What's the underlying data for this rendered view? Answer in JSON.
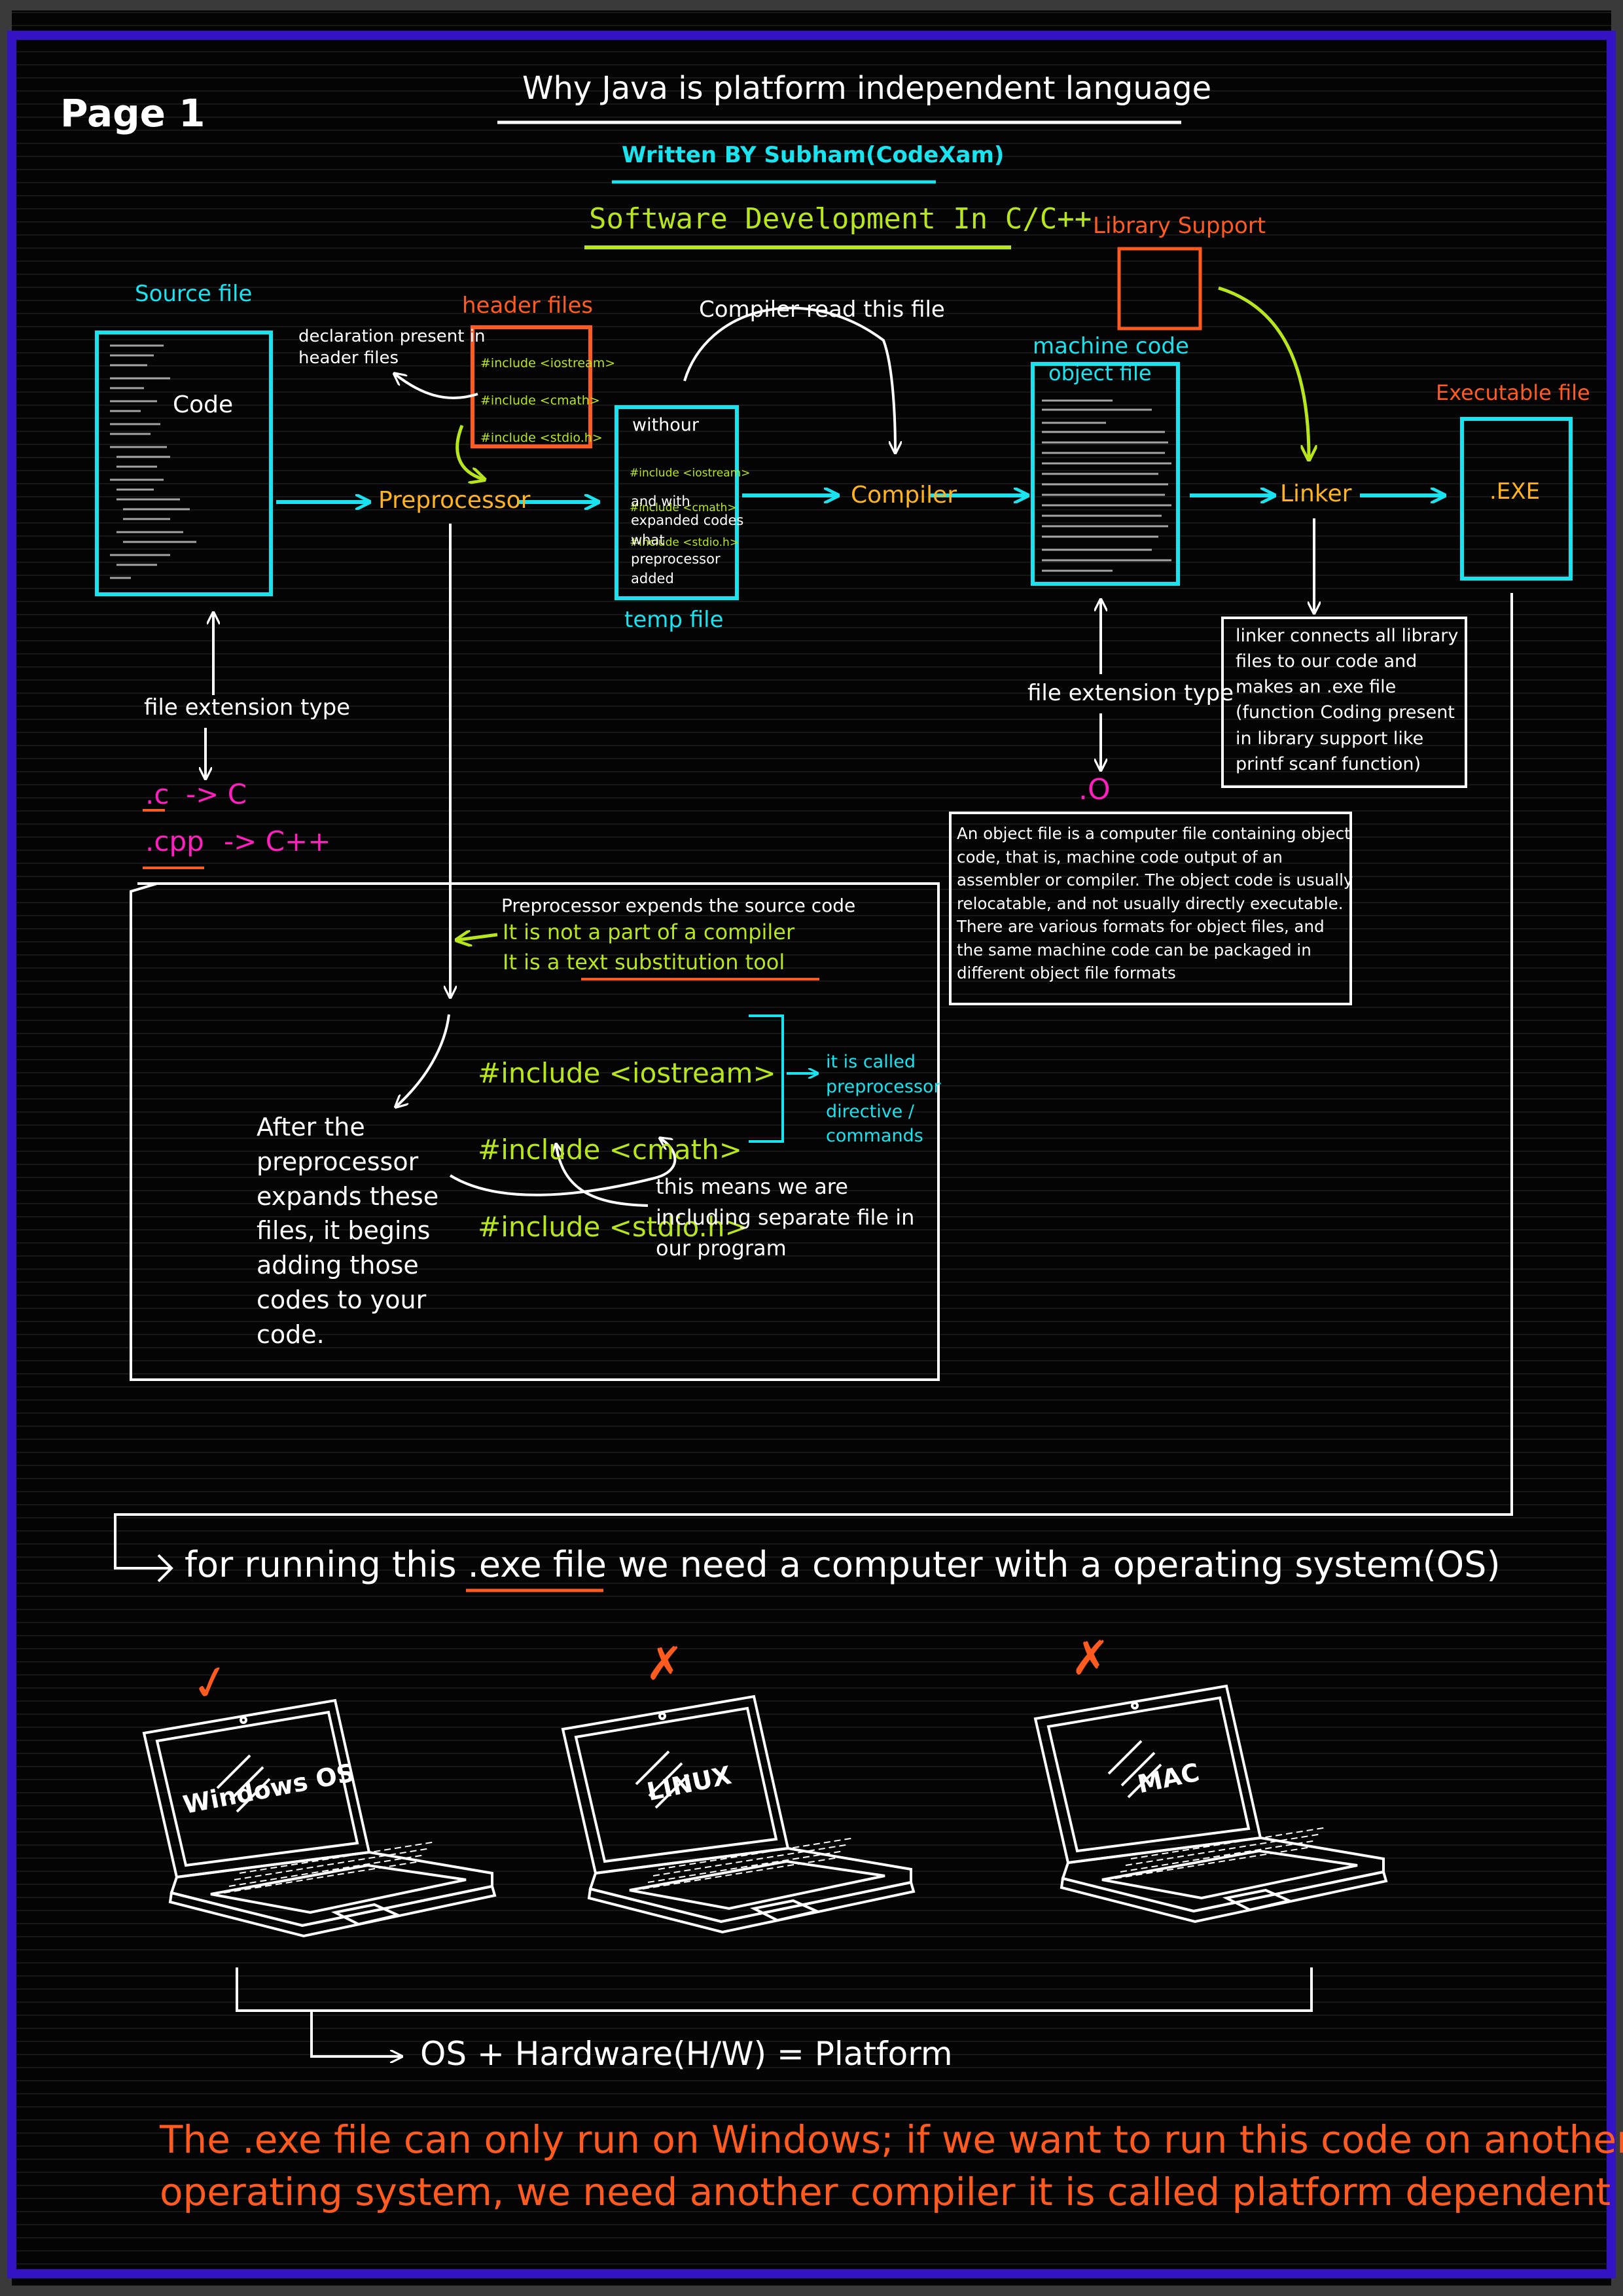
{
  "page_label": "Page 1",
  "title": "Why Java is platform independent language",
  "author": "Written BY Subham(CodeXam)",
  "subtitle": "Software Development In C/C++",
  "diagram": {
    "source_file_label": "Source file",
    "code_label": "Code",
    "header_files_label": "header files",
    "header_files_lines": [
      "#include <iostream>",
      "#include <cmath>",
      "#include <stdio.h>"
    ],
    "declaration_note": "declaration present in\nheader files",
    "preprocessor_label": "Preprocessor",
    "compiler_read_note": "Compiler read this file",
    "temp_file_heading": "withour",
    "temp_file_includes": [
      "#include <iostream>",
      "#include <cmath>",
      "#include <stdio.h>"
    ],
    "temp_file_body": "and with\nexpanded codes\nwhat\npreprocessor\nadded",
    "temp_file_label": "temp file",
    "compiler_label": "Compiler",
    "machine_code_label": "machine code",
    "object_file_label": "object file",
    "library_support_label": "Library Support",
    "linker_label": "Linker",
    "executable_label": "Executable file",
    "exe_label": ".EXE",
    "file_ext_type_left": "file extension type",
    "ext_c": ".c",
    "ext_c_lang": "-> C",
    "ext_cpp": ".cpp",
    "ext_cpp_lang": "-> C++",
    "file_ext_type_right": "file extension type",
    "ext_o": ".O",
    "linker_note": "linker connects all library\nfiles to our code and\nmakes an .exe file\n(function Coding present\nin library support like\nprintf scanf function)",
    "object_note": "An object file is a computer file containing object\ncode, that is, machine code output of an\nassembler or compiler. The object code is usually\nrelocatable, and not usually directly executable.\nThere are various formats for object files, and\nthe same machine code can be packaged in\ndifferent object file formats"
  },
  "preprocessor_box": {
    "line1": "Preprocessor expends the source code",
    "line2": "It is not a part of a compiler",
    "line3a": "It is a ",
    "line3b": "text substitution tool",
    "includes": [
      "#include <iostream>",
      "#include <cmath>",
      "#include <stdio.h>"
    ],
    "directive_note": "it is called\npreprocessor\ndirective /\ncommands",
    "after_note": "After the\npreprocessor\nexpands these\nfiles, it begins\nadding those\ncodes to your\ncode.",
    "means_note": "this means we are\nincluding separate file in\nour program"
  },
  "bottom": {
    "run_a": "for running this ",
    "run_b": ".exe file",
    "run_c": " we need a computer with a operating system(OS)",
    "laptops": [
      "Windows OS",
      "LINUX",
      "MAC"
    ],
    "marks": [
      "✓",
      "✗",
      "✗"
    ],
    "platform_eq": "OS + Hardware(H/W) = Platform",
    "conclusion_1": "The .exe file can only run on Windows; if we want to run this code on another",
    "conclusion_2": "operating system, we need another compiler it is called platform dependent"
  },
  "colors": {
    "background": "#040404",
    "frame": "#3413c4",
    "cyan": "#19e3ef",
    "orange": "#ff5a1f",
    "amber": "#ffb320",
    "lime": "#b8e61c",
    "magenta": "#ff1fbf",
    "white": "#ffffff"
  }
}
